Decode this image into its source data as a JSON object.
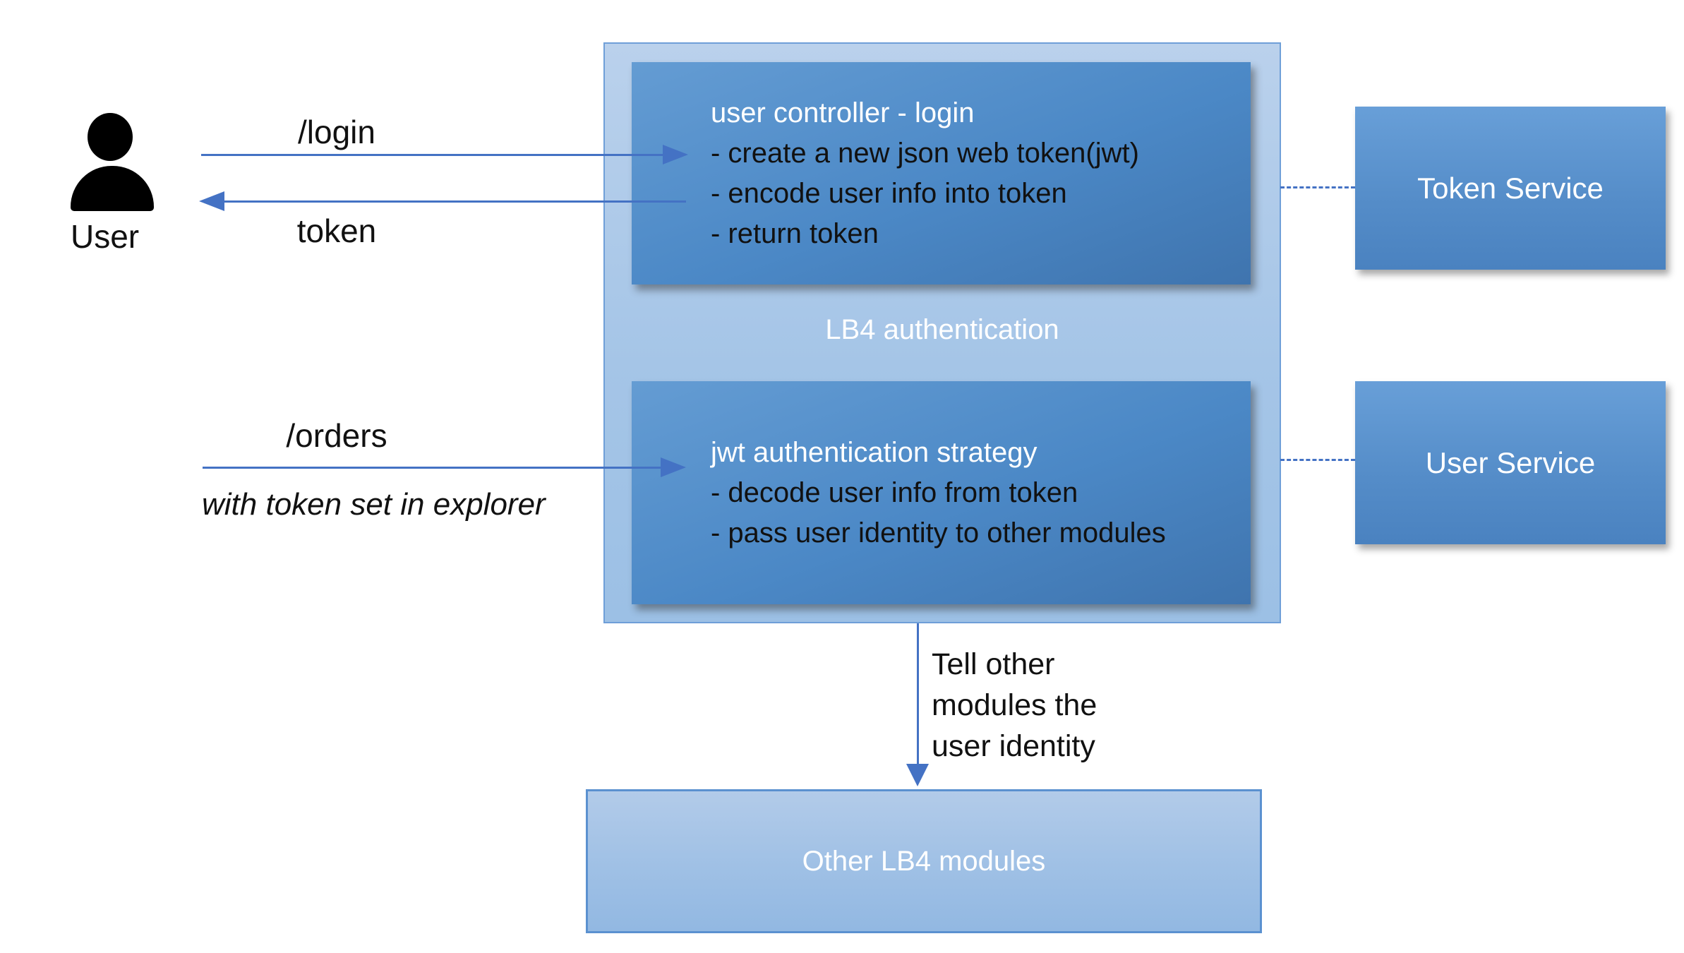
{
  "colors": {
    "arrow": "#4472c4",
    "container_fill_top": "#bad1ec",
    "container_fill_bottom": "#9cc0e5",
    "container_border": "#6f9fd8",
    "inner_box_gradient_top": "#649cd3",
    "inner_box_gradient_bottom": "#3f74ae",
    "service_box_gradient_top": "#689fd8",
    "service_box_gradient_bottom": "#4a82c0",
    "bottom_box_border": "#5b91d0",
    "text_dark": "#111111",
    "text_light": "#ffffff"
  },
  "actor": {
    "label": "User"
  },
  "flows": {
    "login": {
      "label": "/login"
    },
    "token": {
      "label": "token"
    },
    "orders": {
      "label": "/orders",
      "note": "with token set in explorer"
    },
    "identity_note": "Tell other\nmodules the\nuser identity"
  },
  "lb4": {
    "label": "LB4 authentication",
    "user_controller": {
      "title": "user controller - login",
      "bullets": [
        "- create a new json web token(jwt)",
        "- encode user info into token",
        "- return token"
      ]
    },
    "jwt_strategy": {
      "title": "jwt authentication strategy",
      "bullets": [
        "- decode user info from token",
        "- pass user identity to other modules"
      ]
    }
  },
  "services": {
    "token_service": "Token Service",
    "user_service": "User Service"
  },
  "other_modules": {
    "label": "Other LB4 modules"
  }
}
